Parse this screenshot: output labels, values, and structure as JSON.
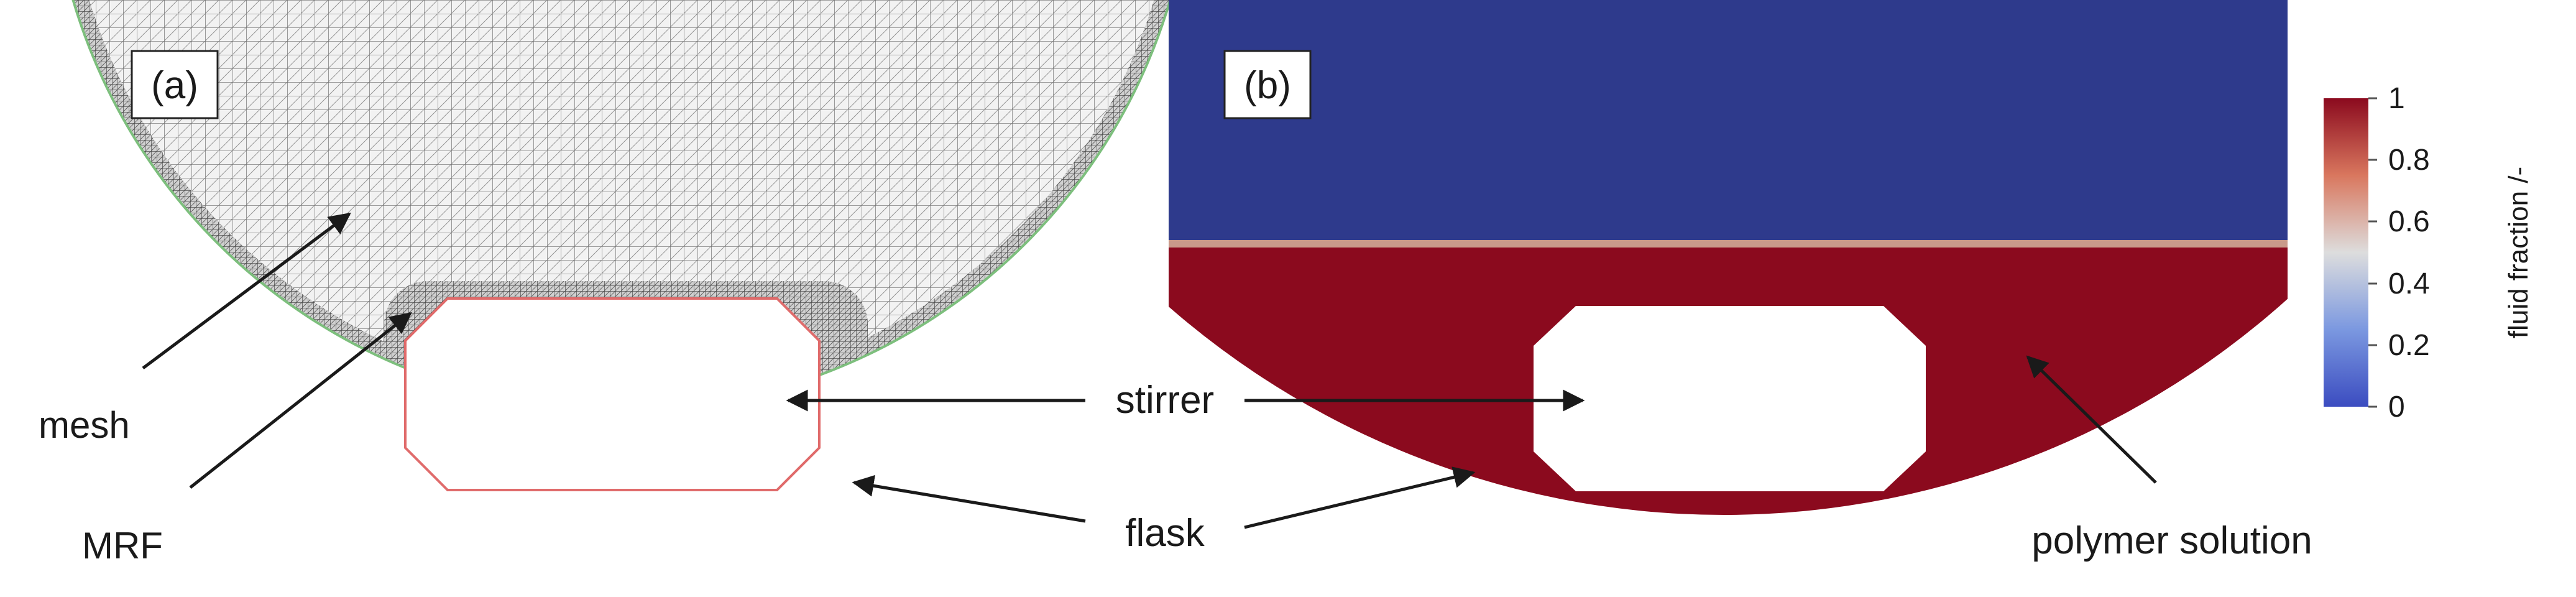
{
  "panels": {
    "a": {
      "label": "(a)"
    },
    "b": {
      "label": "(b)"
    }
  },
  "annotations": {
    "mesh": "mesh",
    "mrf": "MRF",
    "stirrer": "stirrer",
    "flask": "flask",
    "polymer_solution": "polymer solution"
  },
  "colorbar": {
    "title": "fluid fraction /-",
    "ticks": [
      "1",
      "0.8",
      "0.6",
      "0.4",
      "0.2",
      "0"
    ],
    "colors": {
      "high": "#8b0a1e",
      "mid": "#dddddd",
      "low": "#3b4cc0"
    }
  },
  "colors": {
    "air_phase": "#2e3a8c",
    "polymer_phase": "#8b0a1e",
    "mesh_lines": "#555555",
    "flask_outline": "#7dbf7d",
    "mrf_outline": "#d9534f"
  }
}
